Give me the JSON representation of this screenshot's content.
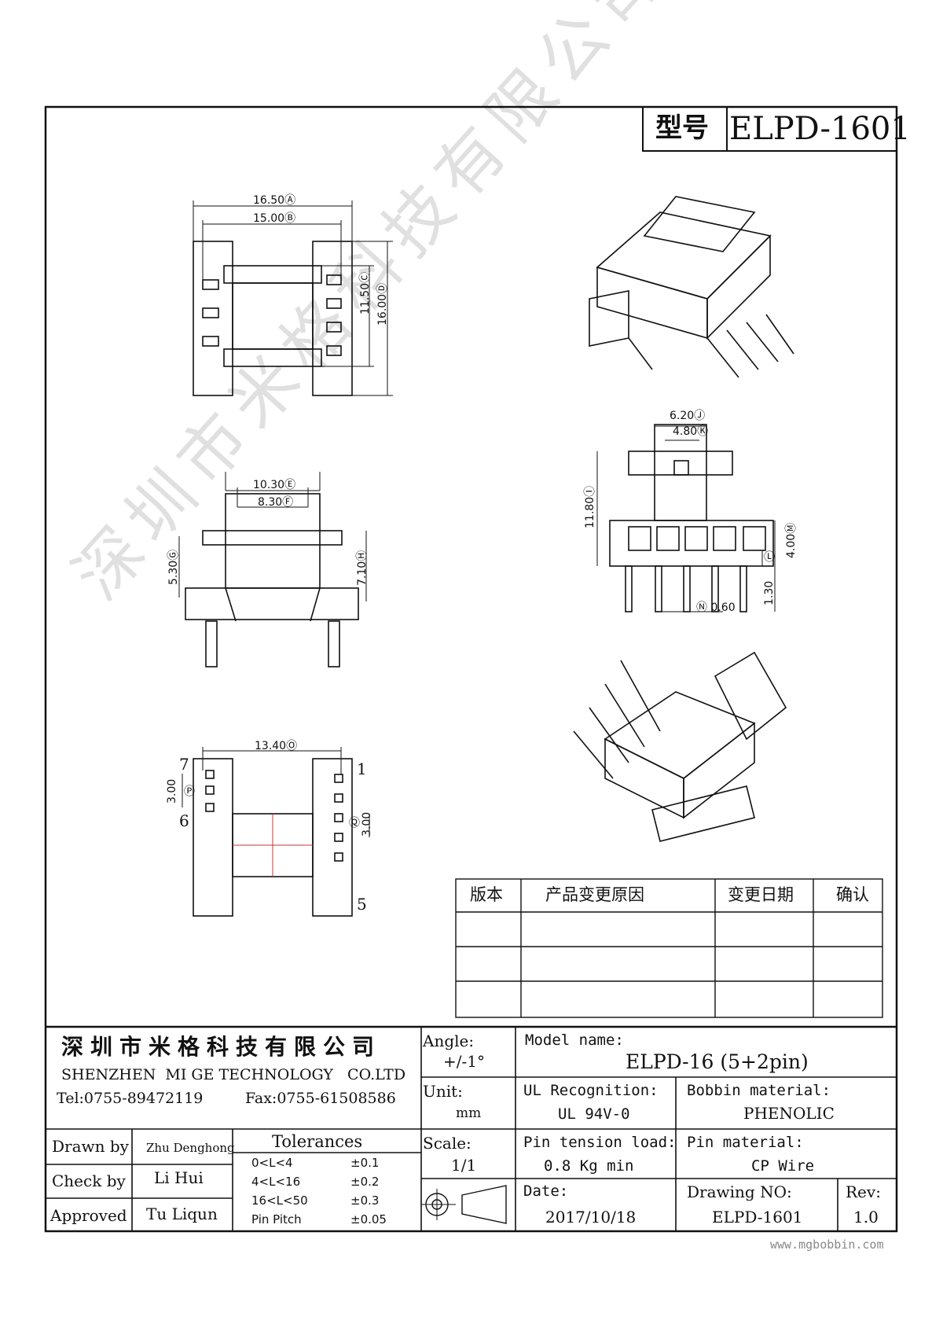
{
  "title_block": {
    "model_label": "型号",
    "model_value": "ELPD-1601"
  },
  "watermark": {
    "text": "深圳市米格科技有限公司"
  },
  "dimensions": {
    "top_a": "16.50Ⓐ",
    "top_b": "15.00Ⓑ",
    "top_c": "11.50Ⓒ",
    "top_d": "16.00Ⓓ",
    "front_e": "10.30Ⓔ",
    "front_f": "8.30Ⓕ",
    "front_g": "5.30Ⓖ",
    "front_h": "7.10Ⓗ",
    "side_j": "6.20Ⓙ",
    "side_k": "4.80Ⓚ",
    "side_i": "11.80Ⓘ",
    "side_m": "4.00Ⓜ",
    "side_l": "Ⓛ",
    "side_130": "1.30",
    "side_n": "Ⓝ 0.60",
    "bottom_o": "13.40Ⓞ",
    "bottom_p": "Ⓟ",
    "bottom_p_val": "3.00",
    "bottom_q": "Ⓠ",
    "bottom_q_val": "3.00",
    "pin_7": "7",
    "pin_6": "6",
    "pin_1": "1",
    "pin_5": "5"
  },
  "revision_table": {
    "headers": [
      "版本",
      "产品变更原因",
      "变更日期",
      "确认"
    ]
  },
  "company": {
    "name_cn": "深圳市米格科技有限公司",
    "name_en": "SHENZHEN  MI GE TECHNOLOGY   CO.LTD",
    "tel": "Tel:0755-89472119",
    "fax": "Fax:0755-61508586"
  },
  "signoff": {
    "drawn_label": "Drawn by",
    "drawn_value": "Zhu Denghong",
    "check_label": "Check by",
    "check_value": "Li Hui",
    "approved_label": "Approved",
    "approved_value": "Tu Liqun"
  },
  "tolerances": {
    "title": "Tolerances",
    "rows": [
      {
        "range": "0<L<4",
        "tol": "±0.1"
      },
      {
        "range": "4<L<16",
        "tol": "±0.2"
      },
      {
        "range": "16<L<50",
        "tol": "±0.3"
      },
      {
        "range": "Pin Pitch",
        "tol": "±0.05"
      }
    ]
  },
  "specs": {
    "angle_label": "Angle:",
    "angle_value": "+/-1°",
    "unit_label": "Unit:",
    "unit_value": "mm",
    "scale_label": "Scale:",
    "scale_value": "1/1",
    "model_name_label": "Model name:",
    "model_name_value": "ELPD-16 (5+2pin)",
    "ul_label": "UL Recognition:",
    "ul_value": "UL 94V-0",
    "bobbin_label": "Bobbin material:",
    "bobbin_value": "PHENOLIC",
    "tension_label": "Pin tension load:",
    "tension_value": "0.8 Kg min",
    "pin_material_label": "Pin material:",
    "pin_material_value": "CP Wire",
    "date_label": "Date:",
    "date_value": "2017/10/18",
    "drawing_no_label": "Drawing NO:",
    "drawing_no_value": "ELPD-1601",
    "rev_label": "Rev:",
    "rev_value": "1.0"
  },
  "footer": {
    "website": "www.mgbobbin.com"
  }
}
